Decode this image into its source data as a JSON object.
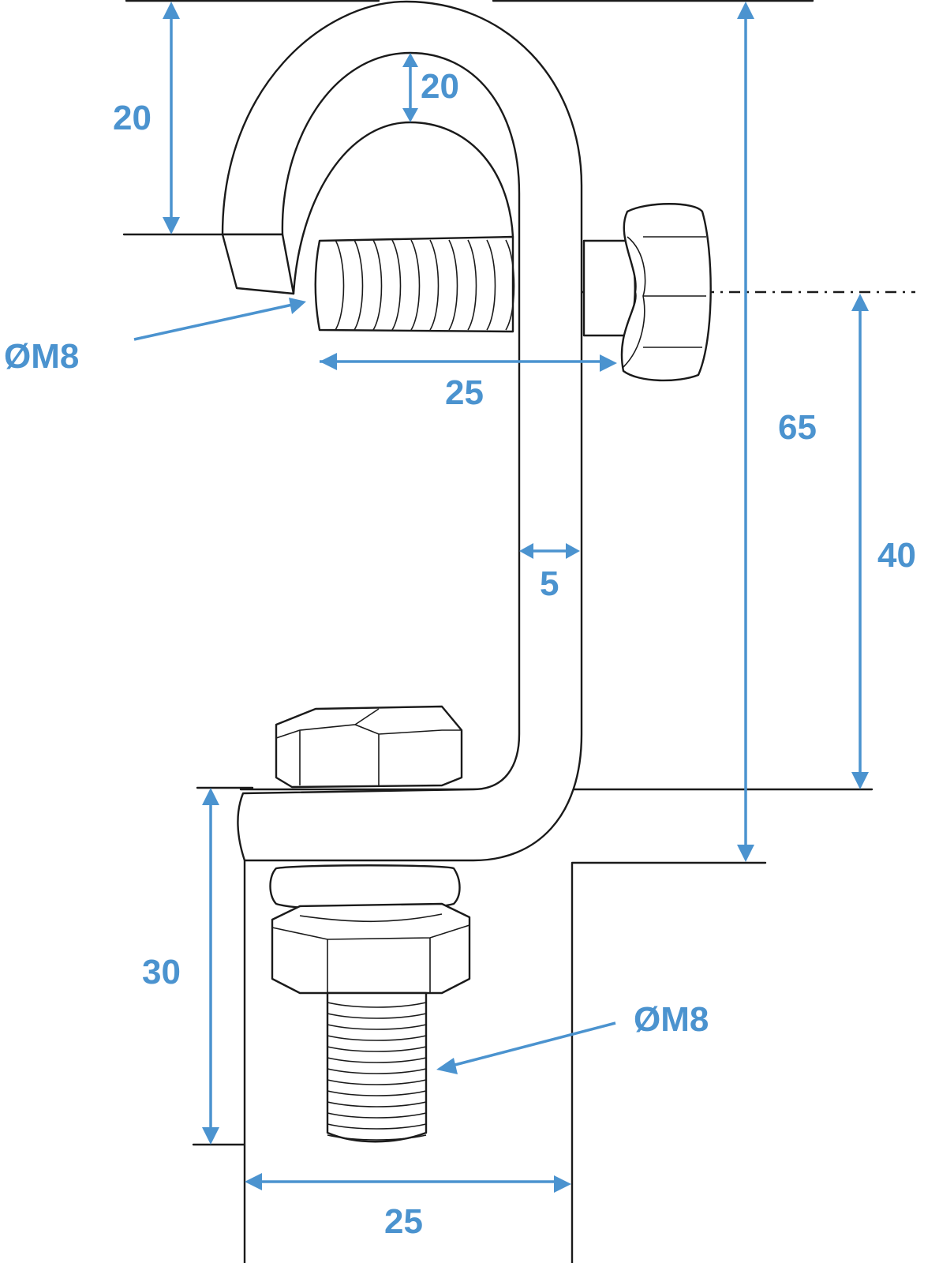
{
  "title": "Hook clamp dimension drawing",
  "accent_color": "#4b93cf",
  "dimensions": {
    "hook_height": "20",
    "hook_inner": "20",
    "thread_top": "ØM8",
    "clamp_width_top": "25",
    "total_height": "65",
    "bolt_to_base": "40",
    "material_thickness": "5",
    "bottom_bolt_length": "30",
    "thread_bottom": "ØM8",
    "base_width": "25"
  }
}
